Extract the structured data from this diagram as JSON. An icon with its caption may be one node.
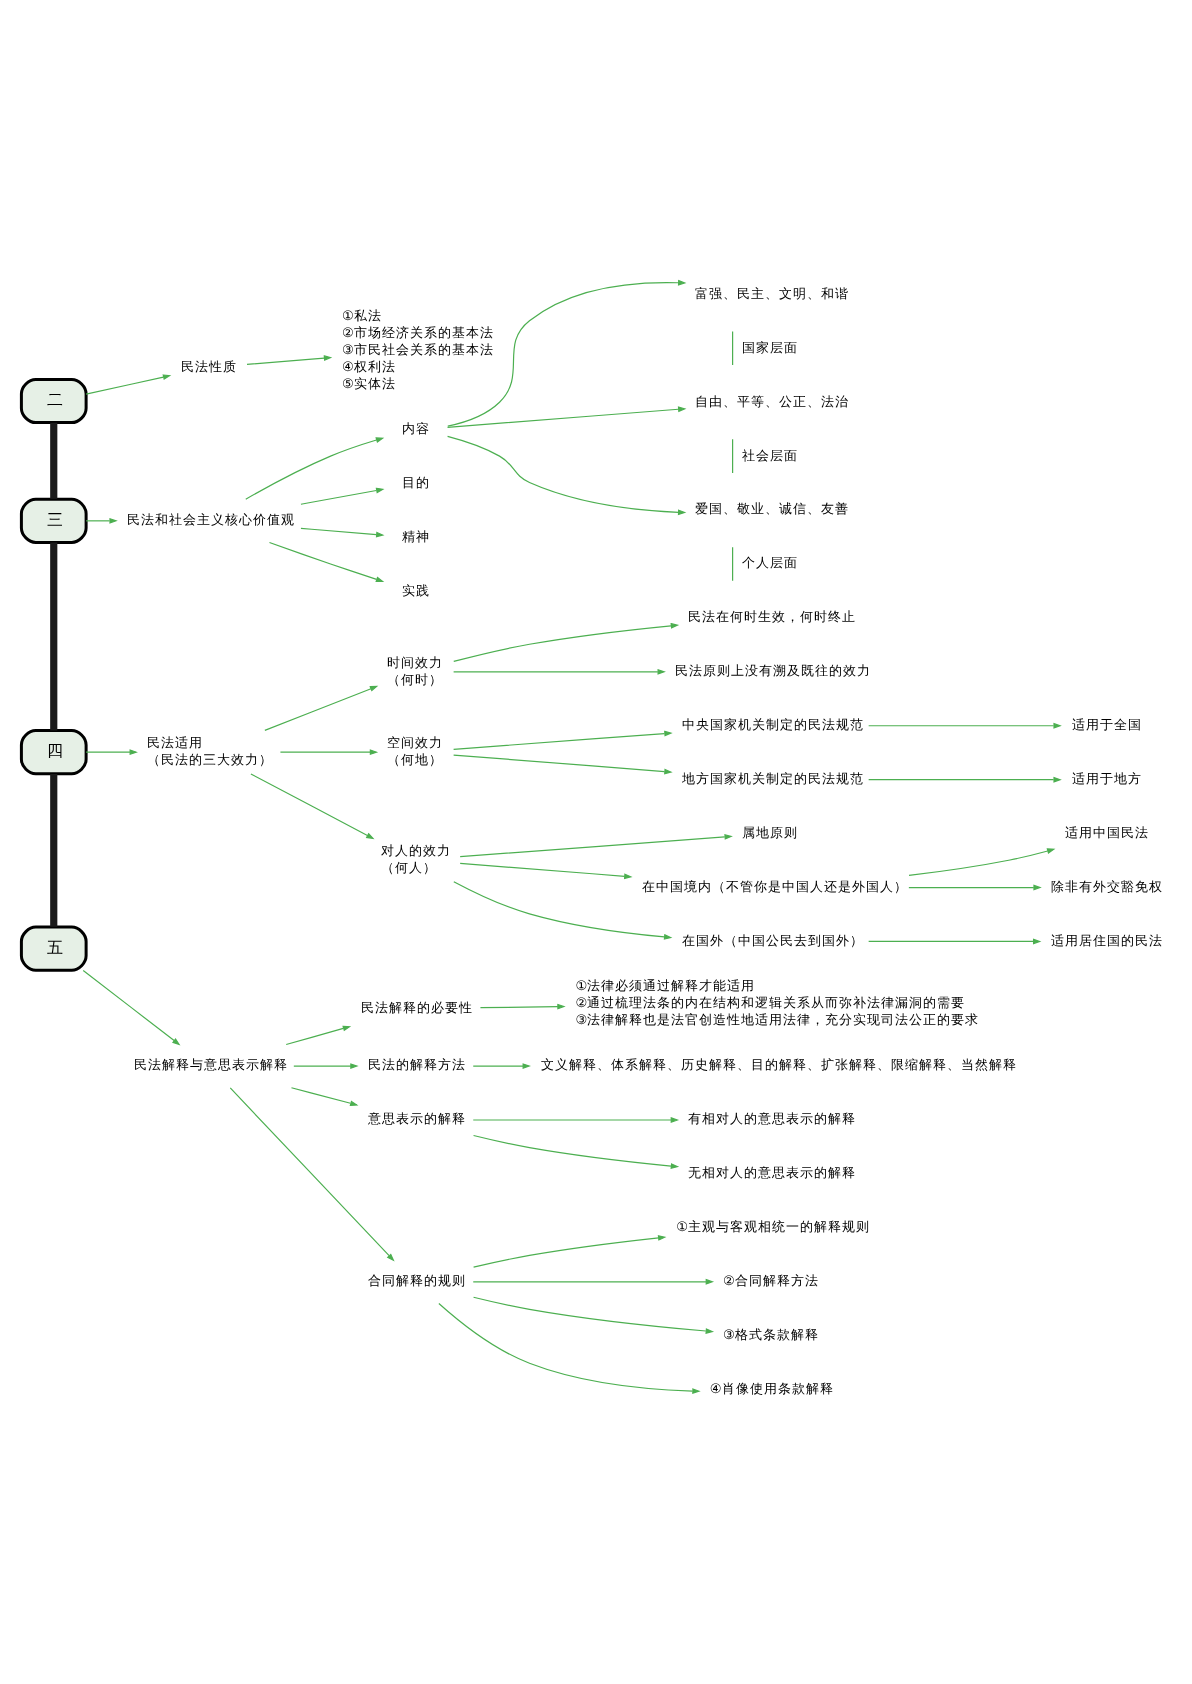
{
  "diagram": {
    "nodes": [
      {
        "text": [
          "二"
        ]
      },
      {
        "text": [
          "民法性质"
        ]
      },
      {
        "text": [
          "①私法",
          "②市场经济关系的基本法",
          "③市民社会关系的基本法",
          "④权利法",
          "⑤实体法"
        ]
      },
      {
        "text": [
          "三"
        ]
      },
      {
        "text": [
          "民法和社会主义核心价值观"
        ]
      },
      {
        "text": [
          "内容"
        ]
      },
      {
        "text": [
          "富强、民主、文明、和谐"
        ],
        "beside": [
          "国家层面"
        ]
      },
      {
        "text": [
          "自由、平等、公正、法治"
        ],
        "beside": [
          "社会层面"
        ]
      },
      {
        "text": [
          "爱国、敬业、诚信、友善"
        ],
        "beside": [
          "个人层面"
        ]
      },
      {
        "text": [
          "目的"
        ]
      },
      {
        "text": [
          "精神"
        ]
      },
      {
        "text": [
          "实践"
        ]
      },
      {
        "text": [
          "四"
        ]
      },
      {
        "text": [
          "民法适用",
          "（民法的三大效力）"
        ]
      },
      {
        "text": [
          "时间效力",
          "（何时）"
        ]
      },
      {
        "text": [
          "民法在何时生效，何时终止"
        ]
      },
      {
        "text": [
          "民法原则上没有溯及既往的效力"
        ]
      },
      {
        "text": [
          "空间效力",
          "（何地）"
        ]
      },
      {
        "text": [
          "中央国家机关制定的民法规范"
        ]
      },
      {
        "text": [
          "适用于全国"
        ]
      },
      {
        "text": [
          "地方国家机关制定的民法规范"
        ]
      },
      {
        "text": [
          "适用于地方"
        ]
      },
      {
        "text": [
          "对人的效力",
          "（何人）"
        ]
      },
      {
        "text": [
          "属地原则"
        ]
      },
      {
        "text": [
          "在中国境内（不管你是中国人还是外国人）"
        ]
      },
      {
        "text": [
          "适用中国民法"
        ]
      },
      {
        "text": [
          "除非有外交豁免权"
        ]
      },
      {
        "text": [
          "在国外（中国公民去到国外）"
        ]
      },
      {
        "text": [
          "适用居住国的民法"
        ]
      },
      {
        "text": [
          "五"
        ]
      },
      {
        "text": [
          "民法解释与意思表示解释"
        ]
      },
      {
        "text": [
          "民法解释的必要性"
        ]
      },
      {
        "text": [
          "①法律必须通过解释才能适用",
          "②通过梳理法条的内在结构和逻辑关系从而弥补法律漏洞的需要",
          "③法律解释也是法官创造性地适用法律，充分实现司法公正的要求"
        ]
      },
      {
        "text": [
          "民法的解释方法"
        ]
      },
      {
        "text": [
          "文义解释、体系解释、历史解释、目的解释、扩张解释、限缩解释、当然解释"
        ]
      },
      {
        "text": [
          "意思表示的解释"
        ]
      },
      {
        "text": [
          "有相对人的意思表示的解释"
        ]
      },
      {
        "text": [
          "无相对人的意思表示的解释"
        ]
      },
      {
        "text": [
          "合同解释的规则"
        ]
      },
      {
        "text": [
          "①主观与客观相统一的解释规则"
        ]
      },
      {
        "text": [
          "②合同解释方法"
        ]
      },
      {
        "text": [
          "③格式条款解释"
        ]
      },
      {
        "text": [
          "④肖像使用条款解释"
        ]
      }
    ],
    "edges": [
      {
        "from": 0,
        "to": 3,
        "arrow": "none",
        "style": "thick",
        "color": "#1a1a1a"
      },
      {
        "from": 3,
        "to": 12,
        "arrow": "none",
        "style": "thick",
        "color": "#1a1a1a"
      },
      {
        "from": 12,
        "to": 29,
        "arrow": "none",
        "style": "thick",
        "color": "#1a1a1a"
      },
      {
        "from": 0,
        "to": 1,
        "arrow": "to"
      },
      {
        "from": 1,
        "to": 2,
        "arrow": "to"
      },
      {
        "from": 3,
        "to": 4,
        "arrow": "to"
      },
      {
        "from": 4,
        "to": 5,
        "arrow": "to"
      },
      {
        "from": 5,
        "to": 6,
        "arrow": "to"
      },
      {
        "from": 5,
        "to": 7,
        "arrow": "to"
      },
      {
        "from": 5,
        "to": 8,
        "arrow": "to"
      },
      {
        "from": 4,
        "to": 9,
        "arrow": "to"
      },
      {
        "from": 4,
        "to": 10,
        "arrow": "to"
      },
      {
        "from": 4,
        "to": 11,
        "arrow": "to"
      },
      {
        "from": 12,
        "to": 13,
        "arrow": "to"
      },
      {
        "from": 13,
        "to": 14,
        "arrow": "to"
      },
      {
        "from": 14,
        "to": 15,
        "arrow": "to"
      },
      {
        "from": 14,
        "to": 16,
        "arrow": "to"
      },
      {
        "from": 13,
        "to": 17,
        "arrow": "to"
      },
      {
        "from": 17,
        "to": 18,
        "arrow": "to"
      },
      {
        "from": 18,
        "to": 19,
        "arrow": "to"
      },
      {
        "from": 17,
        "to": 20,
        "arrow": "to"
      },
      {
        "from": 20,
        "to": 21,
        "arrow": "to"
      },
      {
        "from": 13,
        "to": 22,
        "arrow": "to"
      },
      {
        "from": 22,
        "to": 23,
        "arrow": "to"
      },
      {
        "from": 22,
        "to": 24,
        "arrow": "to"
      },
      {
        "from": 24,
        "to": 25,
        "arrow": "to"
      },
      {
        "from": 24,
        "to": 26,
        "arrow": "to"
      },
      {
        "from": 22,
        "to": 27,
        "arrow": "to"
      },
      {
        "from": 27,
        "to": 28,
        "arrow": "to"
      },
      {
        "from": 29,
        "to": 30,
        "arrow": "to"
      },
      {
        "from": 30,
        "to": 31,
        "arrow": "to"
      },
      {
        "from": 31,
        "to": 32,
        "arrow": "to"
      },
      {
        "from": 30,
        "to": 33,
        "arrow": "to"
      },
      {
        "from": 33,
        "to": 34,
        "arrow": "to"
      },
      {
        "from": 30,
        "to": 35,
        "arrow": "to"
      },
      {
        "from": 35,
        "to": 36,
        "arrow": "to"
      },
      {
        "from": 35,
        "to": 37,
        "arrow": "to"
      },
      {
        "from": 30,
        "to": 38,
        "arrow": "to"
      },
      {
        "from": 38,
        "to": 39,
        "arrow": "to"
      },
      {
        "from": 38,
        "to": 40,
        "arrow": "to"
      },
      {
        "from": 38,
        "to": 41,
        "arrow": "to"
      },
      {
        "from": 38,
        "to": 42,
        "arrow": "to"
      }
    ]
  }
}
